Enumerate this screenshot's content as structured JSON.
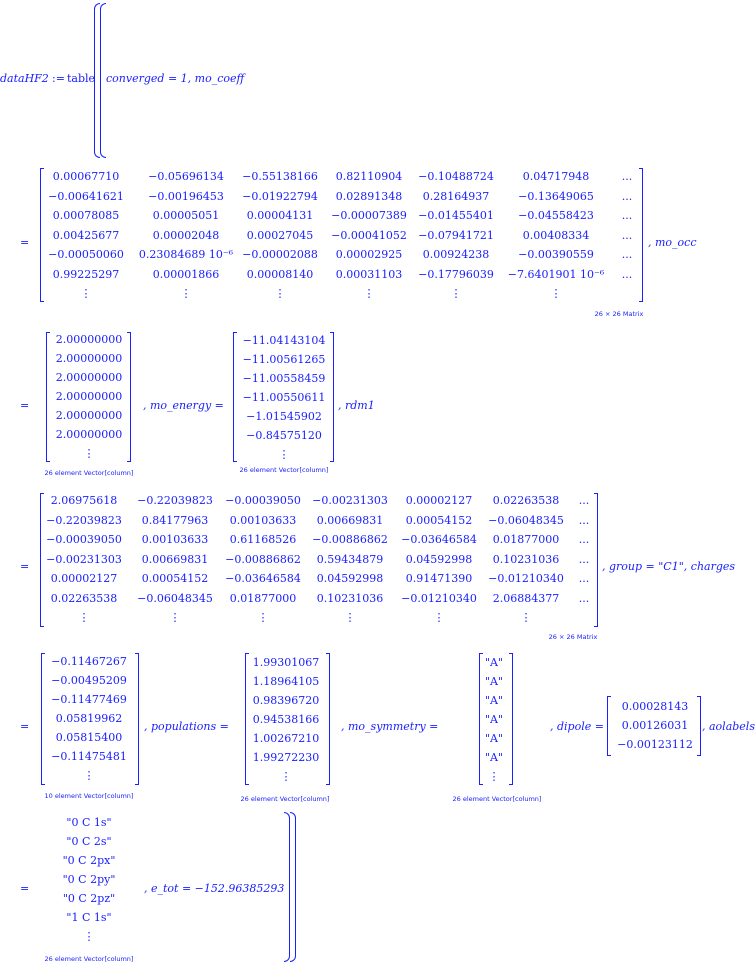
{
  "header": {
    "lhs": "dataHF2",
    "assign": ":=",
    "fn": "table",
    "entry1": "converged = 1, mo_coeff"
  },
  "mo_coeff": {
    "rows": [
      [
        "0.00067710",
        "−0.05696134",
        "−0.55138166",
        "0.82110904",
        "−0.10488724",
        "0.04717948",
        "..."
      ],
      [
        "−0.00641621",
        "−0.00196453",
        "−0.01922794",
        "0.02891348",
        "0.28164937",
        "−0.13649065",
        "..."
      ],
      [
        "0.00078085",
        "0.00005051",
        "0.00004131",
        "−0.00007389",
        "−0.01455401",
        "−0.04558423",
        "..."
      ],
      [
        "0.00425677",
        "0.00002048",
        "0.00027045",
        "−0.00041052",
        "−0.07941721",
        "0.00408334",
        "..."
      ],
      [
        "−0.00050060",
        "0.23084689 10⁻⁶",
        "−0.00002088",
        "0.00002925",
        "0.00924238",
        "−0.00390559",
        "..."
      ],
      [
        "0.99225297",
        "0.00001866",
        "0.00008140",
        "0.00031103",
        "−0.17796039",
        "−7.6401901 10⁻⁶",
        "..."
      ],
      [
        "⋮",
        "⋮",
        "⋮",
        "⋮",
        "⋮",
        "⋮",
        ""
      ]
    ],
    "label": "26 × 26 Matrix",
    "suffix": ", mo_occ"
  },
  "mo_occ": {
    "values": [
      "2.00000000",
      "2.00000000",
      "2.00000000",
      "2.00000000",
      "2.00000000",
      "2.00000000",
      "⋮"
    ],
    "label": "26 element Vector[column]",
    "suffix": ", mo_energy ="
  },
  "mo_energy": {
    "values": [
      "−11.04143104",
      "−11.00561265",
      "−11.00558459",
      "−11.00550611",
      "−1.01545902",
      "−0.84575120",
      "⋮"
    ],
    "label": "26 element Vector[column]",
    "suffix": ", rdm1"
  },
  "rdm1": {
    "rows": [
      [
        "2.06975618",
        "−0.22039823",
        "−0.00039050",
        "−0.00231303",
        "0.00002127",
        "0.02263538",
        "..."
      ],
      [
        "−0.22039823",
        "0.84177963",
        "0.00103633",
        "0.00669831",
        "0.00054152",
        "−0.06048345",
        "..."
      ],
      [
        "−0.00039050",
        "0.00103633",
        "0.61168526",
        "−0.00886862",
        "−0.03646584",
        "0.01877000",
        "..."
      ],
      [
        "−0.00231303",
        "0.00669831",
        "−0.00886862",
        "0.59434879",
        "0.04592998",
        "0.10231036",
        "..."
      ],
      [
        "0.00002127",
        "0.00054152",
        "−0.03646584",
        "0.04592998",
        "0.91471390",
        "−0.01210340",
        "..."
      ],
      [
        "0.02263538",
        "−0.06048345",
        "0.01877000",
        "0.10231036",
        "−0.01210340",
        "2.06884377",
        "..."
      ],
      [
        "⋮",
        "⋮",
        "⋮",
        "⋮",
        "⋮",
        "⋮",
        ""
      ]
    ],
    "label": "26 × 26 Matrix",
    "suffix": ", group = \"C1\", charges"
  },
  "charges": {
    "values": [
      "−0.11467267",
      "−0.00495209",
      "−0.11477469",
      "0.05819962",
      "0.05815400",
      "−0.11475481",
      "⋮"
    ],
    "label": "10 element Vector[column]",
    "suffix": ", populations ="
  },
  "populations": {
    "values": [
      "1.99301067",
      "1.18964105",
      "0.98396720",
      "0.94538166",
      "1.00267210",
      "1.99272230",
      "⋮"
    ],
    "label": "26 element Vector[column]",
    "suffix": ", mo_symmetry ="
  },
  "mo_symmetry": {
    "values": [
      "\"A\"",
      "\"A\"",
      "\"A\"",
      "\"A\"",
      "\"A\"",
      "\"A\"",
      "⋮"
    ],
    "label": "26 element Vector[column]",
    "suffix": ", dipole ="
  },
  "dipole": {
    "values": [
      "0.00028143",
      "0.00126031",
      "−0.00123112"
    ],
    "suffix": ", aolabels"
  },
  "aolabels": {
    "values": [
      "\"0 C 1s\"",
      "\"0 C 2s\"",
      "\"0 C 2px\"",
      "\"0 C 2py\"",
      "\"0 C 2pz\"",
      "\"1 C 1s\"",
      "⋮"
    ],
    "label": "26 element Vector[column]",
    "suffix": ", e_tot = −152.96385293"
  },
  "eq": "="
}
